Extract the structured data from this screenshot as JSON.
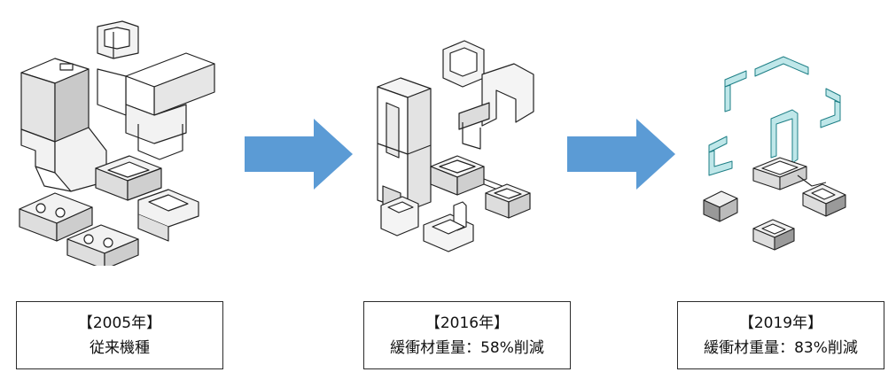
{
  "colors": {
    "arrow": "#5B9BD5",
    "outline": "#222222",
    "part_fill": "#f2f2f2",
    "shade": "#c9c9c9",
    "mesh_fill": "#bfe7e9",
    "mesh_stroke": "#1e7f86"
  },
  "stages": [
    {
      "year": "【2005年】",
      "desc": "従来機種"
    },
    {
      "year": "【2016年】",
      "desc": "緩衝材重量：58%削減"
    },
    {
      "year": "【2019年】",
      "desc": "緩衝材重量：83%削減"
    }
  ]
}
